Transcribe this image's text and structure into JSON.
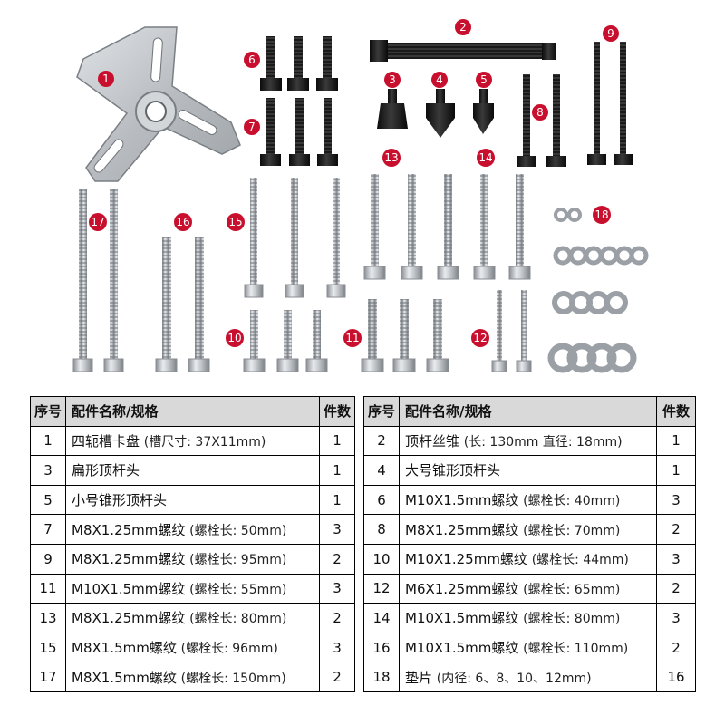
{
  "part_labels": [
    "1",
    "2",
    "3",
    "4",
    "5",
    "6",
    "7",
    "8",
    "9",
    "10",
    "11",
    "12",
    "13",
    "14",
    "15",
    "16",
    "17",
    "18"
  ],
  "colors": {
    "badge": "#c8102e",
    "header_bg": "#d9d9d9",
    "border": "#000000"
  },
  "table": {
    "headers": {
      "index": "序号",
      "name": "配件名称/规格",
      "qty": "件数"
    },
    "left_rows": [
      {
        "index": "1",
        "name": "四轭槽卡盘",
        "spec": "(槽尺寸: 37X11mm)",
        "qty": "1"
      },
      {
        "index": "3",
        "name": "扁形顶杆头",
        "spec": "",
        "qty": "1"
      },
      {
        "index": "5",
        "name": "小号锥形顶杆头",
        "spec": "",
        "qty": "1"
      },
      {
        "index": "7",
        "name": "M8X1.25mm螺纹",
        "spec": "(螺栓长: 50mm)",
        "qty": "3"
      },
      {
        "index": "9",
        "name": "M8X1.25mm螺纹",
        "spec": "(螺栓长: 95mm)",
        "qty": "2"
      },
      {
        "index": "11",
        "name": "M10X1.5mm螺纹",
        "spec": "(螺栓长: 55mm)",
        "qty": "3"
      },
      {
        "index": "13",
        "name": "M8X1.25mm螺纹",
        "spec": "(螺栓长: 80mm)",
        "qty": "2"
      },
      {
        "index": "15",
        "name": "M8X1.5mm螺纹",
        "spec": "(螺栓长: 96mm)",
        "qty": "3"
      },
      {
        "index": "17",
        "name": "M8X1.5mm螺纹",
        "spec": "(螺栓长: 150mm)",
        "qty": "2"
      }
    ],
    "right_rows": [
      {
        "index": "2",
        "name": "顶杆丝锥",
        "spec": "(长: 130mm 直径: 18mm)",
        "qty": "1"
      },
      {
        "index": "4",
        "name": "大号锥形顶杆头",
        "spec": "",
        "qty": "1"
      },
      {
        "index": "6",
        "name": "M10X1.5mm螺纹",
        "spec": "(螺栓长: 40mm)",
        "qty": "3"
      },
      {
        "index": "8",
        "name": "M8X1.25mm螺纹",
        "spec": "(螺栓长: 70mm)",
        "qty": "2"
      },
      {
        "index": "10",
        "name": "M10X1.25mm螺纹",
        "spec": "(螺栓长: 44mm)",
        "qty": "3"
      },
      {
        "index": "12",
        "name": "M6X1.25mm螺纹",
        "spec": "(螺栓长: 65mm)",
        "qty": "2"
      },
      {
        "index": "14",
        "name": "M10X1.5mm螺纹",
        "spec": "(螺栓长: 80mm)",
        "qty": "3"
      },
      {
        "index": "16",
        "name": "M10X1.5mm螺纹",
        "spec": "(螺栓长: 110mm)",
        "qty": "2"
      },
      {
        "index": "18",
        "name": "垫片",
        "spec": "(内径: 6、8、10、12mm)",
        "qty": "16"
      }
    ]
  }
}
